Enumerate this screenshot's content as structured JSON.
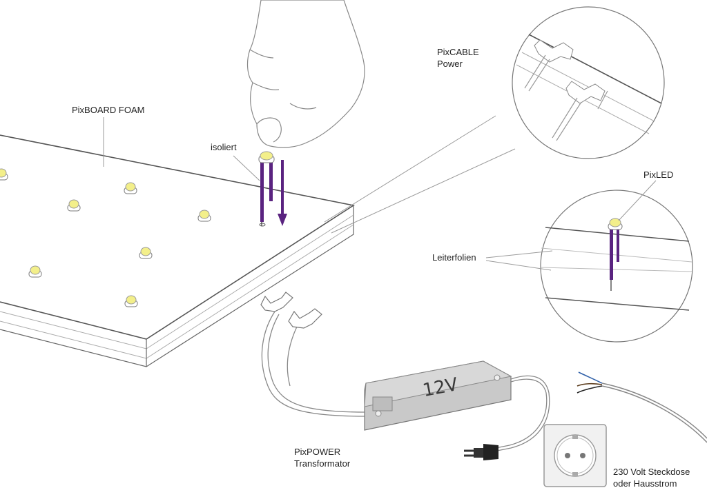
{
  "labels": {
    "pixboard": "PixBOARD FOAM",
    "isoliert": "isoliert",
    "pixcable_1": "PixCABLE",
    "pixcable_2": "Power",
    "pixled": "PixLED",
    "leiterfolien": "Leiterfolien",
    "pixpower_1": "PixPOWER",
    "pixpower_2": "Transformator",
    "socket_1": "230 Volt Steckdose",
    "socket_2": "oder Hausstrom",
    "voltage": "12V"
  },
  "colors": {
    "outline": "#555555",
    "led_yellow": "#f3ef8a",
    "pin_purple": "#5a2380",
    "transformer_gray": "#c9c9c9",
    "annotation_line": "#9a9a9a"
  }
}
